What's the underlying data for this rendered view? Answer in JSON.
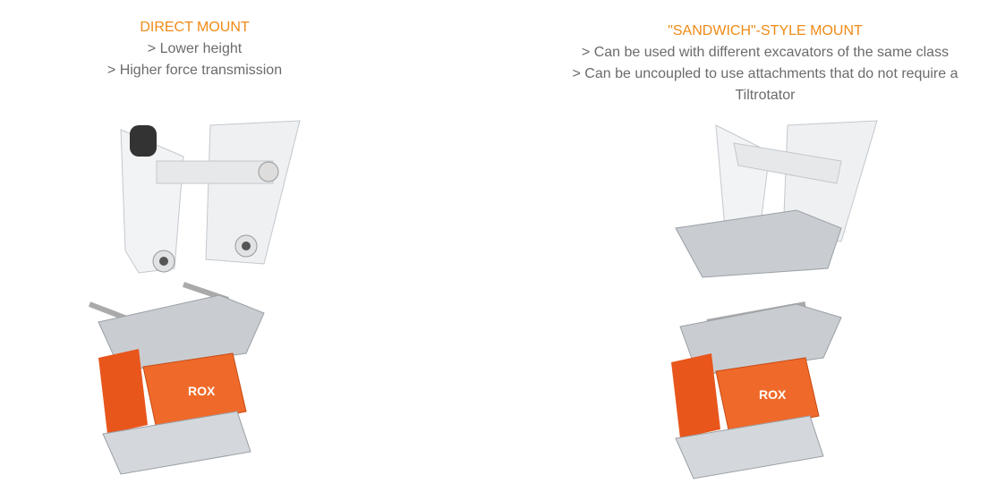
{
  "direct_mount": {
    "title": "DIRECT MOUNT",
    "points": [
      "> Lower height",
      "> Higher force transmission"
    ]
  },
  "sandwich_mount": {
    "title": "\"SANDWICH\"-STYLE MOUNT",
    "points": [
      "> Can be used with different excavators of the same class",
      "> Can be uncoupled to use attachments that do not require a Tiltrotator"
    ]
  },
  "logo_text": "ROX",
  "colors": {
    "accent": "#f08a16",
    "text": "#6b6b6b",
    "rotator": "#e8561c",
    "metal": "#c9cdd2"
  }
}
